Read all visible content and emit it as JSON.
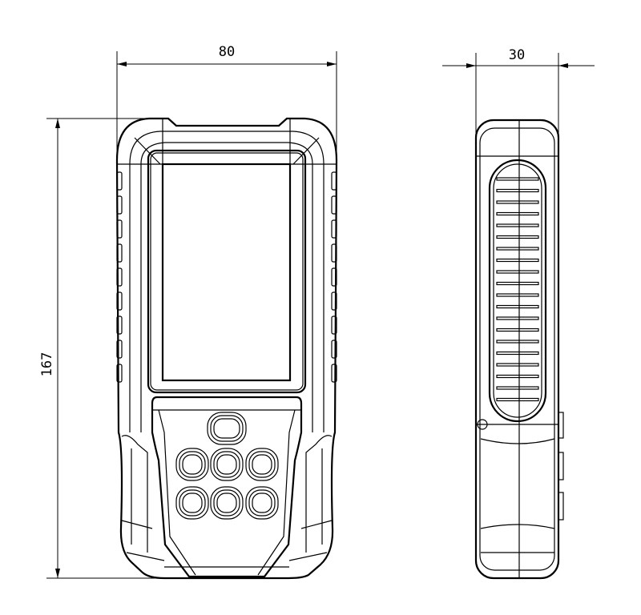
{
  "dimensions": {
    "width_label": "80",
    "depth_label": "30",
    "height_label": "167"
  },
  "views": [
    "front-view",
    "side-view"
  ],
  "colors": {
    "line": "#000000",
    "background": "#ffffff"
  }
}
